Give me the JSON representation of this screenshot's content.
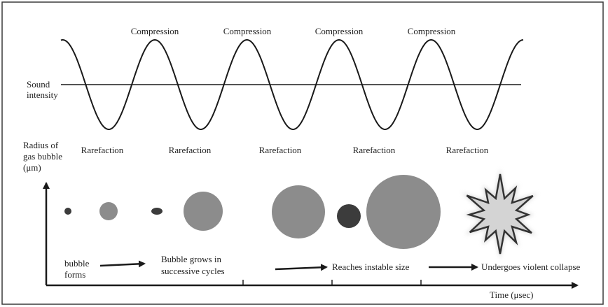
{
  "wave": {
    "compression_labels": [
      "Compression",
      "Compression",
      "Compression",
      "Compression"
    ],
    "rarefaction_labels": [
      "Rarefaction",
      "Rarefaction",
      "Rarefaction",
      "Rarefaction",
      "Rarefaction"
    ],
    "intensity_label": [
      "Sound",
      "intensity"
    ]
  },
  "axis": {
    "y_label": [
      "Radius of",
      "gas bubble",
      "(μm)"
    ],
    "x_label": "Time (μsec)"
  },
  "stages": {
    "forms": [
      "bubble",
      "forms"
    ],
    "grows": [
      "Bubble grows in",
      "successive cycles"
    ],
    "instable": "Reaches instable size",
    "collapse": "Undergoes violent collapse"
  },
  "colors": {
    "bubble_light": "#8c8c8c",
    "bubble_dark": "#3c3c3c",
    "burst_fill": "#d4d4d4",
    "burst_outline": "#333333",
    "line": "#1a1a1a",
    "frame": "#3a3a3a"
  }
}
